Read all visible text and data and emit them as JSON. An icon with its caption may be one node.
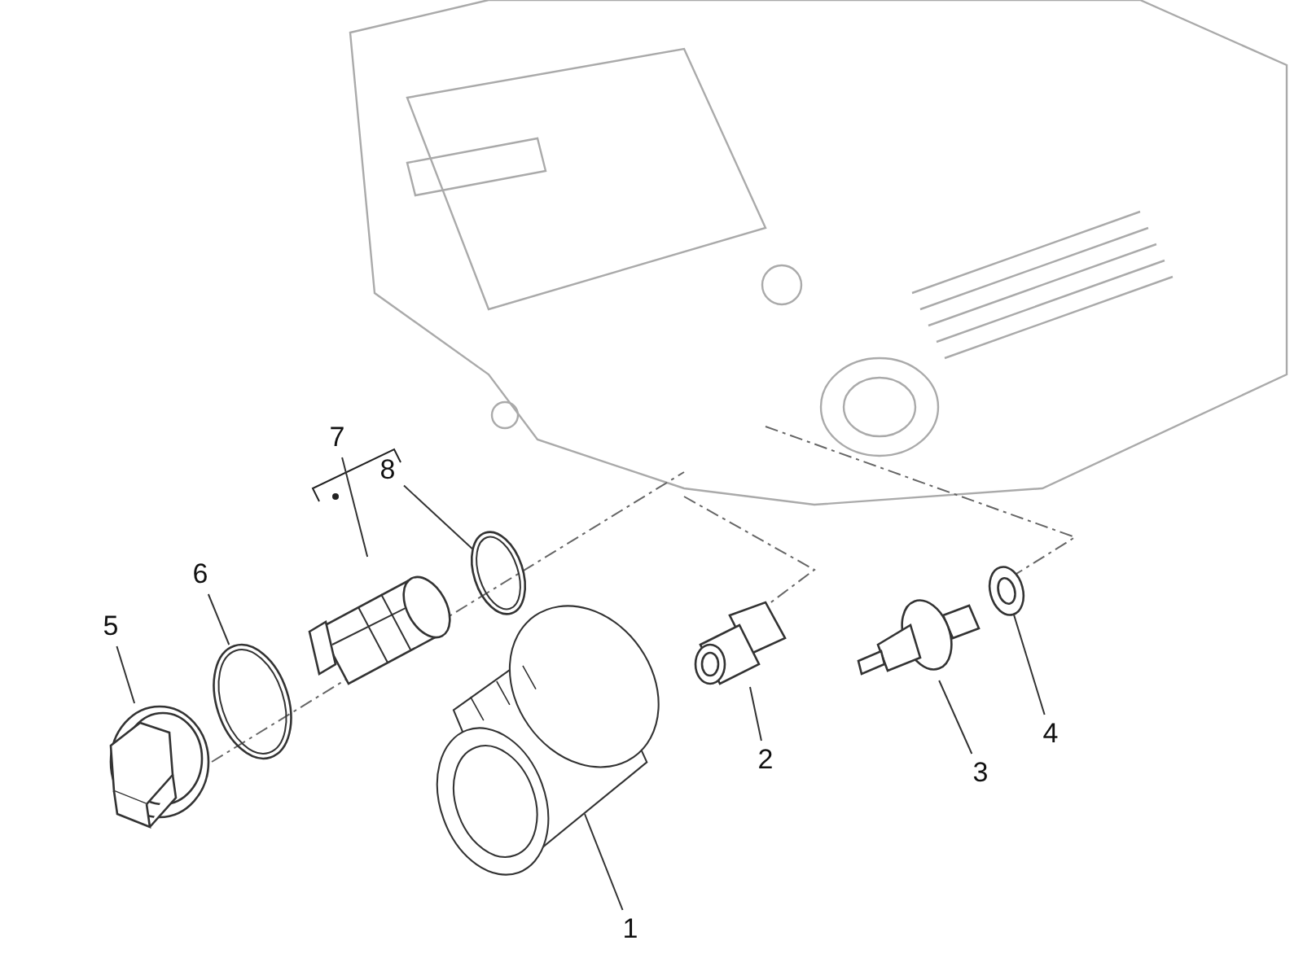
{
  "diagram": {
    "nodes": [
      {
        "text": [
          "7"
        ]
      },
      {
        "text": [
          "8"
        ]
      },
      {
        "text": [
          "6"
        ]
      },
      {
        "text": [
          "5"
        ]
      },
      {
        "text": [
          "2"
        ]
      },
      {
        "text": [
          "4"
        ]
      },
      {
        "text": [
          "3"
        ]
      },
      {
        "text": [
          "1"
        ]
      },
      {
        "text": [],
        "shape": "picture"
      },
      {
        "text": [],
        "shape": "picture"
      },
      {
        "text": [],
        "shape": "picture"
      },
      {
        "text": [],
        "shape": "picture"
      },
      {
        "text": [],
        "shape": "picture"
      },
      {
        "text": [],
        "shape": "picture"
      },
      {
        "text": [],
        "shape": "picture"
      },
      {
        "text": [],
        "shape": "picture"
      }
    ],
    "edges": [
      {
        "from": 0,
        "to": 10,
        "arrow": "none"
      },
      {
        "from": 1,
        "to": 11,
        "arrow": "none"
      },
      {
        "from": 2,
        "to": 9,
        "arrow": "none"
      },
      {
        "from": 3,
        "to": 8,
        "arrow": "none"
      },
      {
        "from": 4,
        "to": 13,
        "arrow": "none"
      },
      {
        "from": 5,
        "to": 15,
        "arrow": "none"
      },
      {
        "from": 6,
        "to": 14,
        "arrow": "none"
      },
      {
        "from": 7,
        "to": 12,
        "arrow": "none"
      }
    ]
  }
}
